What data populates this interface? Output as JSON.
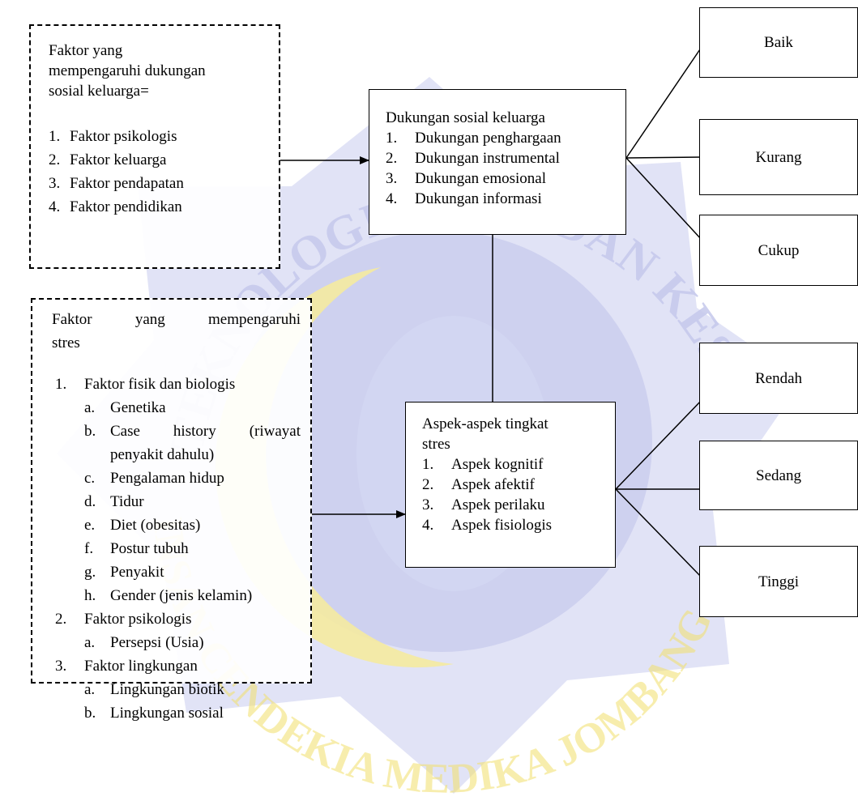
{
  "factors_support": {
    "title_lines": [
      "Faktor yang",
      "mempengaruhi dukungan",
      "sosial keluarga="
    ],
    "items": [
      {
        "num": "1.",
        "text": "Faktor psikologis"
      },
      {
        "num": "2.",
        "text": "Faktor keluarga"
      },
      {
        "num": "3.",
        "text": "Faktor pendapatan"
      },
      {
        "num": "4.",
        "text": "Faktor pendidikan"
      }
    ]
  },
  "family_support": {
    "title": "Dukungan sosial keluarga",
    "items": [
      {
        "num": "1.",
        "text": "Dukungan penghargaan"
      },
      {
        "num": "2.",
        "text": "Dukungan instrumental"
      },
      {
        "num": "3.",
        "text": "Dukungan emosional"
      },
      {
        "num": "4.",
        "text": "Dukungan informasi"
      }
    ]
  },
  "support_levels": [
    "Baik",
    "Kurang",
    "Cukup"
  ],
  "factors_stress": {
    "title_line1": "Faktor yang mempengaruhi",
    "title_line2": "stres",
    "groups": [
      {
        "num": "1.",
        "text": "Faktor fisik dan biologis",
        "subs": [
          {
            "letter": "a.",
            "lines": [
              "Genetika"
            ]
          },
          {
            "letter": "b.",
            "lines": [
              "Case history (riwayat",
              "penyakit dahulu)"
            ]
          },
          {
            "letter": "c.",
            "lines": [
              "Pengalaman hidup"
            ]
          },
          {
            "letter": "d.",
            "lines": [
              "Tidur"
            ]
          },
          {
            "letter": "e.",
            "lines": [
              "Diet (obesitas)"
            ]
          },
          {
            "letter": "f.",
            "lines": [
              "Postur tubuh"
            ]
          },
          {
            "letter": "g.",
            "lines": [
              "Penyakit"
            ]
          },
          {
            "letter": "h.",
            "lines": [
              "Gender (jenis kelamin)"
            ]
          }
        ]
      },
      {
        "num": "2.",
        "text": "Faktor psikologis",
        "subs": [
          {
            "letter": "a.",
            "lines": [
              "Persepsi (Usia)"
            ]
          }
        ]
      },
      {
        "num": "3.",
        "text": "Faktor lingkungan",
        "subs": [
          {
            "letter": "a.",
            "lines": [
              "Lingkungan biotik"
            ]
          },
          {
            "letter": "b.",
            "lines": [
              "Lingkungan sosial"
            ]
          }
        ]
      }
    ]
  },
  "stress_aspects": {
    "title_lines": [
      "Aspek-aspek tingkat",
      "stres"
    ],
    "items": [
      {
        "num": "1.",
        "text": "Aspek kognitif"
      },
      {
        "num": "2.",
        "text": "Aspek afektif"
      },
      {
        "num": "3.",
        "text": "Aspek perilaku"
      },
      {
        "num": "4.",
        "text": "Aspek fisiologis"
      }
    ]
  },
  "stress_levels": [
    "Rendah",
    "Sedang",
    "Tinggi"
  ],
  "watermark": {
    "arc_text": "TEKNOLOGI SAINS DAN KESEHATAN",
    "bottom_text": "INSAN CENDEKIA MEDIKA JOMBANG",
    "colors": {
      "blue": "#c5c8ec",
      "yellow": "#f8efb4",
      "gold": "#f2e06b"
    }
  },
  "colors": {
    "line": "#000000",
    "box_bg": "#ffffff"
  }
}
